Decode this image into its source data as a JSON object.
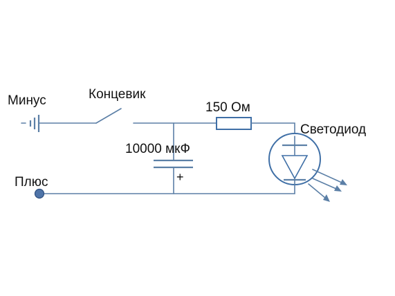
{
  "labels": {
    "minus": "Минус",
    "switch": "Концевик",
    "resistor": "150 Ом",
    "led": "Светодиод",
    "capacitor": "10000 мкФ",
    "capacitor_polarity": "+",
    "plus": "Плюс"
  },
  "colors": {
    "wire": "#5b7fa6",
    "component_outline": "#3f6fa6",
    "terminal": "#4f74a8",
    "text": "#111111",
    "background": "#ffffff"
  },
  "components": {
    "ground_symbol": "ground-icon",
    "switch": "switch-icon",
    "resistor": "resistor-icon",
    "capacitor": "capacitor-icon",
    "led": "led-icon",
    "terminal": "terminal-dot-icon"
  }
}
